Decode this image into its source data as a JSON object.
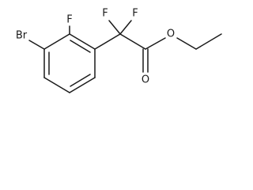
{
  "molecule": {
    "atoms": {
      "br": "Br",
      "f_ring": "F",
      "f_cf2_left": "F",
      "f_cf2_right": "F",
      "o_carbonyl": "O",
      "o_ester": "O"
    }
  }
}
